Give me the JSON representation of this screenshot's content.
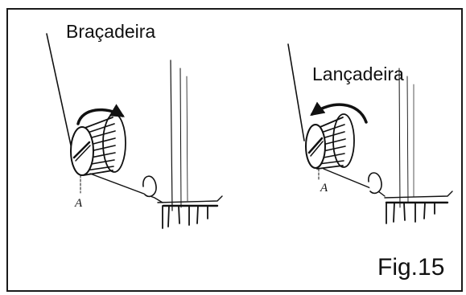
{
  "figure": {
    "label_left": "Braçadeira",
    "label_right": "Lançadeira",
    "point_left": "A",
    "point_right": "A",
    "caption": "Fig.15"
  },
  "colors": {
    "ink": "#111111",
    "frame": "#1a1a1a",
    "background": "#ffffff"
  }
}
